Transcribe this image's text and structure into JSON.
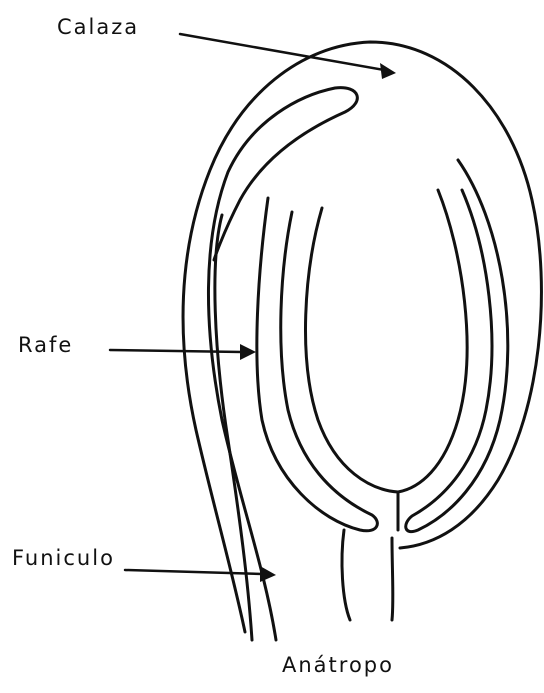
{
  "labels": {
    "calaza": "Calaza",
    "rafe": "Rafe",
    "funiculo": "Funiculo",
    "caption": "Anátropo"
  },
  "colors": {
    "ink": "#111111",
    "paper": "#ffffff"
  }
}
